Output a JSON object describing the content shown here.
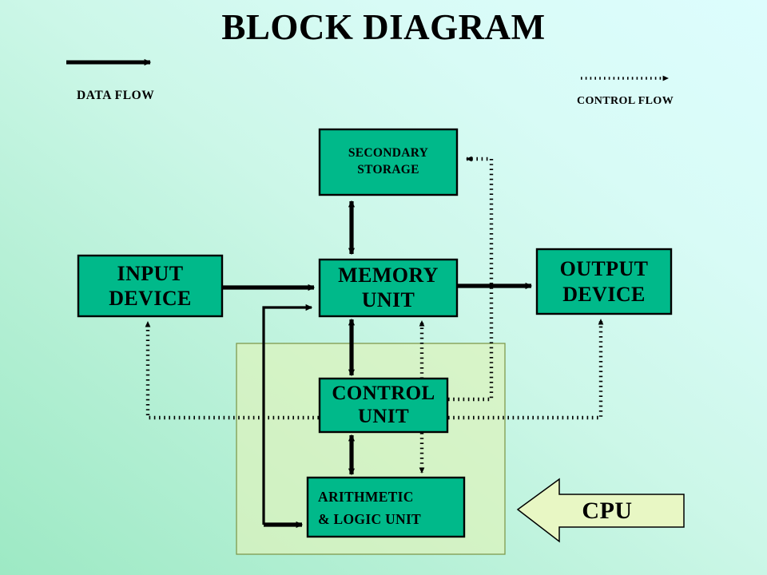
{
  "title": "BLOCK DIAGRAM",
  "legend": {
    "data_flow": {
      "label": "DATA FLOW",
      "icon": "solid-arrow-right-icon"
    },
    "control_flow": {
      "label": "CONTROL FLOW",
      "icon": "dotted-arrow-right-icon"
    }
  },
  "blocks": {
    "secondary_storage": {
      "line1": "SECONDARY",
      "line2": "STORAGE"
    },
    "input_device": {
      "line1": "INPUT",
      "line2": "DEVICE"
    },
    "memory_unit": {
      "line1": "MEMORY",
      "line2": "UNIT"
    },
    "output_device": {
      "line1": "OUTPUT",
      "line2": "DEVICE"
    },
    "control_unit": {
      "line1": "CONTROL",
      "line2": "UNIT"
    },
    "alu": {
      "line1": "ARITHMETIC",
      "line2": "& LOGIC UNIT"
    },
    "cpu_callout": {
      "label": "CPU"
    }
  },
  "colors": {
    "block_fill": "#00b98a",
    "block_stroke": "#000000",
    "cpu_group_fill": "#dcf3bd",
    "cpu_group_stroke": "#8a9a52",
    "cpu_arrow_fill": "#e8f7c4",
    "cpu_arrow_stroke": "#000000",
    "flow_line": "#000000",
    "bg_start": "#9de9c4",
    "bg_end": "#ddfdfd"
  },
  "connections": [
    {
      "from": "input_device",
      "to": "memory_unit",
      "style": "solid",
      "direction": "one-way"
    },
    {
      "from": "memory_unit",
      "to": "output_device",
      "style": "solid",
      "direction": "one-way"
    },
    {
      "from": "memory_unit",
      "to": "secondary_storage",
      "style": "solid",
      "direction": "two-way"
    },
    {
      "from": "memory_unit",
      "to": "control_unit",
      "style": "solid",
      "direction": "two-way"
    },
    {
      "from": "control_unit",
      "to": "alu",
      "style": "solid",
      "direction": "two-way"
    },
    {
      "from": "alu",
      "to": "memory_unit",
      "style": "solid",
      "direction": "one-way"
    },
    {
      "from": "control_unit",
      "to": "memory_unit",
      "style": "dotted",
      "direction": "one-way"
    },
    {
      "from": "control_unit",
      "to": "alu",
      "style": "dotted",
      "direction": "one-way"
    },
    {
      "from": "control_unit",
      "to": "secondary_storage",
      "style": "dotted",
      "direction": "one-way"
    },
    {
      "from": "control_unit",
      "to": "input_device",
      "style": "dotted",
      "direction": "one-way"
    },
    {
      "from": "control_unit",
      "to": "output_device",
      "style": "dotted",
      "direction": "one-way"
    }
  ]
}
